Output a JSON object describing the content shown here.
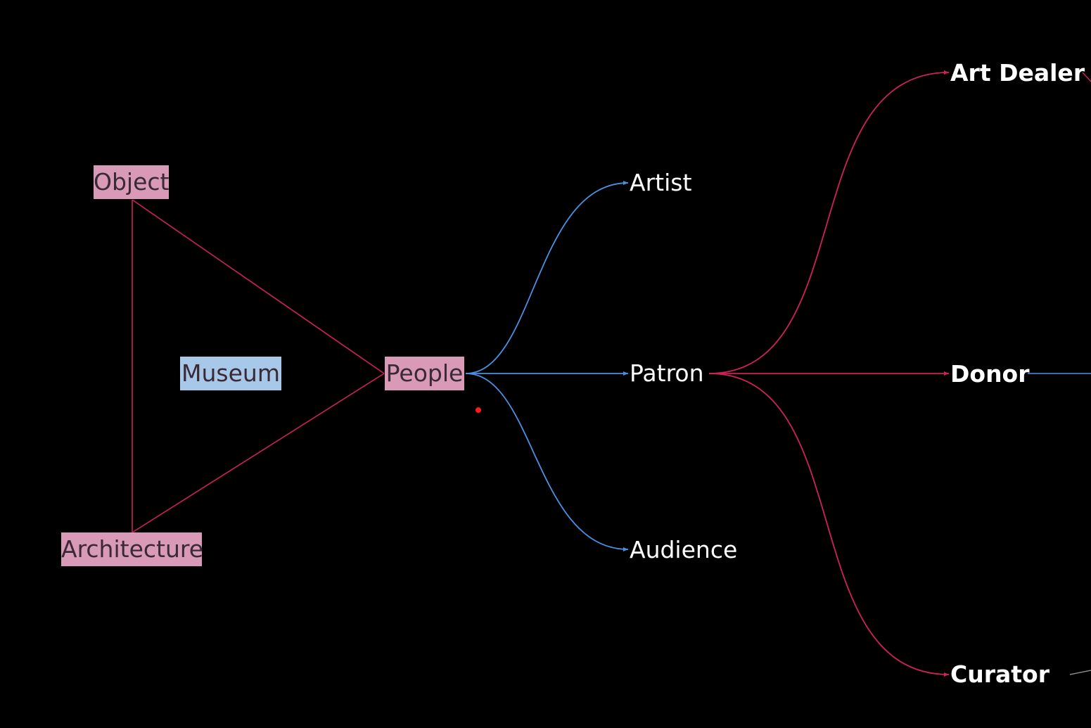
{
  "colors": {
    "background": "#000000",
    "pink_node": "#d99ab8",
    "blue_node": "#a8c8ea",
    "pink_edge": "#cc2255",
    "blue_edge": "#4a90e2",
    "grey_edge": "#888888",
    "cursor_dot": "#ff1a1a"
  },
  "nodes": {
    "object": "Object",
    "museum": "Museum",
    "people": "People",
    "architecture": "Architecture",
    "artist": "Artist",
    "patron": "Patron",
    "audience": "Audience",
    "art_dealer": "Art Dealer",
    "donor": "Donor",
    "curator": "Curator"
  },
  "edges": [
    {
      "from": "Object",
      "to": "People",
      "color": "pink"
    },
    {
      "from": "Object",
      "to": "Architecture",
      "color": "pink"
    },
    {
      "from": "Architecture",
      "to": "People",
      "color": "pink"
    },
    {
      "from": "People",
      "to": "Artist",
      "color": "blue",
      "arrow": true
    },
    {
      "from": "People",
      "to": "Patron",
      "color": "blue",
      "arrow": true
    },
    {
      "from": "People",
      "to": "Audience",
      "color": "blue",
      "arrow": true
    },
    {
      "from": "Patron",
      "to": "Art Dealer",
      "color": "pink",
      "arrow": true
    },
    {
      "from": "Patron",
      "to": "Donor",
      "color": "pink",
      "arrow": true
    },
    {
      "from": "Patron",
      "to": "Curator",
      "color": "pink",
      "arrow": true
    },
    {
      "from": "Art Dealer",
      "to": "offscreen",
      "color": "pink"
    },
    {
      "from": "Donor",
      "to": "offscreen",
      "color": "blue"
    },
    {
      "from": "Curator",
      "to": "offscreen",
      "color": "grey"
    }
  ]
}
